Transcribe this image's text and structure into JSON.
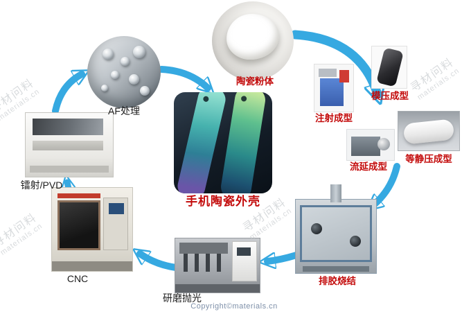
{
  "diagram": {
    "product_label": "手机陶瓷外壳",
    "copyright": "Copyright©materials.cn"
  },
  "watermark": {
    "cn": "寻材问料",
    "en": "materials.cn"
  },
  "stages": {
    "powder": {
      "label": "陶瓷粉体"
    },
    "af_treatment": {
      "label": "AF处理"
    },
    "injection_molding": {
      "label": "注射成型"
    },
    "compression_molding": {
      "label": "模压成型"
    },
    "tape_casting": {
      "label": "流延成型"
    },
    "isostatic_pressing": {
      "label": "等静压成型"
    },
    "debinding_sintering": {
      "label": "排胶烧结"
    },
    "grinding_polishing": {
      "label": "研磨抛光"
    },
    "cnc": {
      "label": "CNC"
    },
    "laser_pvd": {
      "label": "镭射/PVD"
    }
  },
  "colors": {
    "arrow": "#36a9e1",
    "label_red": "#c30b0b",
    "label_black": "#1c1c1c"
  }
}
